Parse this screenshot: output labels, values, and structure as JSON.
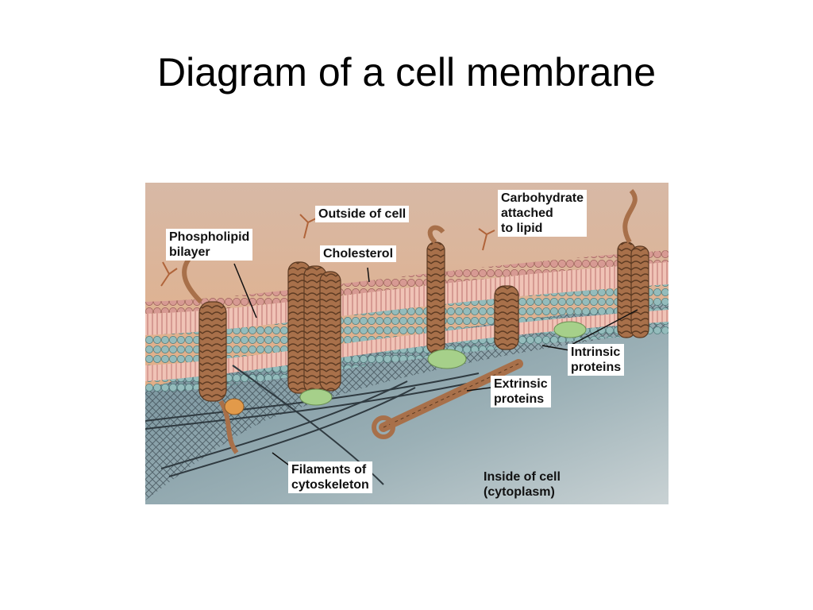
{
  "slide": {
    "title": "Diagram of a cell membrane"
  },
  "diagram": {
    "labels": {
      "phospholipid_bilayer": "Phospholipid\nbilayer",
      "outside_of_cell": "Outside of cell",
      "cholesterol": "Cholesterol",
      "carbohydrate": "Carbohydrate\nattached\nto lipid",
      "intrinsic_proteins": "Intrinsic\nproteins",
      "extrinsic_proteins": "Extrinsic\nproteins",
      "filaments": "Filaments of\ncytoskeleton",
      "inside_of_cell": "Inside of cell\n(cytoplasm)"
    },
    "colors": {
      "outside": "#e8b48a",
      "heads_pink": "#d99a95",
      "heads_teal": "#8fb8b8",
      "protein": "#a8704a",
      "extrinsic": "#a6d08a",
      "cytoplasm": "#7e97a0"
    }
  }
}
